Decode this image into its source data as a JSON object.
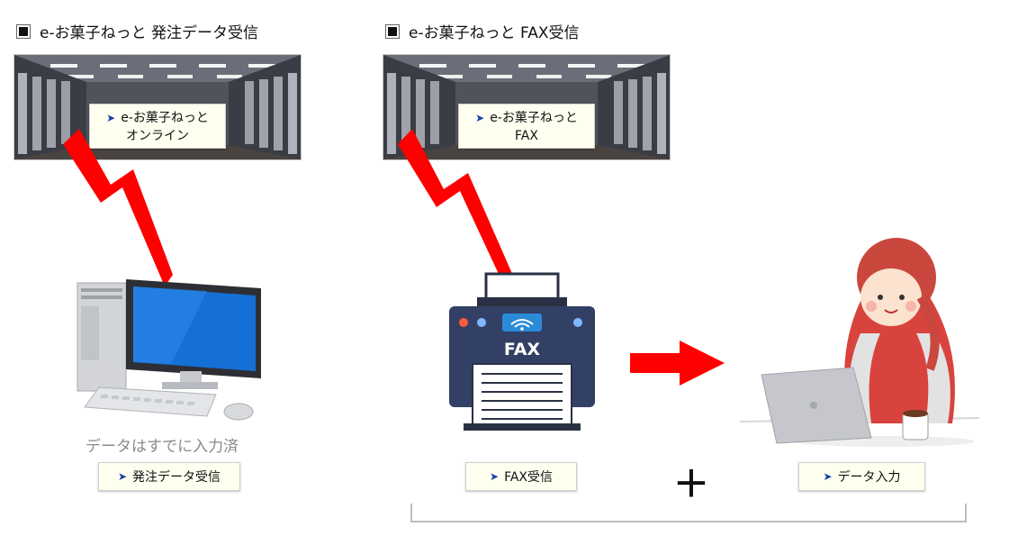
{
  "sections": {
    "left_title": "e-お菓子ねっと 発注データ受信",
    "right_title": "e-お菓子ねっと FAX受信"
  },
  "banners": {
    "online_line1": "e-お菓子ねっと",
    "online_line2": "オンライン",
    "fax_line1": "e-お菓子ねっと",
    "fax_line2": "FAX"
  },
  "labels": {
    "already_entered": "データはすでに入力済",
    "order_data_button": "発注データ受信",
    "fax_button": "FAX受信",
    "data_entry_button": "データ入力",
    "fax_text": "FAX",
    "plus": "＋",
    "arrow_glyph": "➤"
  },
  "colors": {
    "lightning": "#ff0000",
    "arrow": "#ff0000",
    "pill_bg": "#fffff0",
    "pill_arrow": "#1a3fa8",
    "monitor": "#1570d6"
  }
}
